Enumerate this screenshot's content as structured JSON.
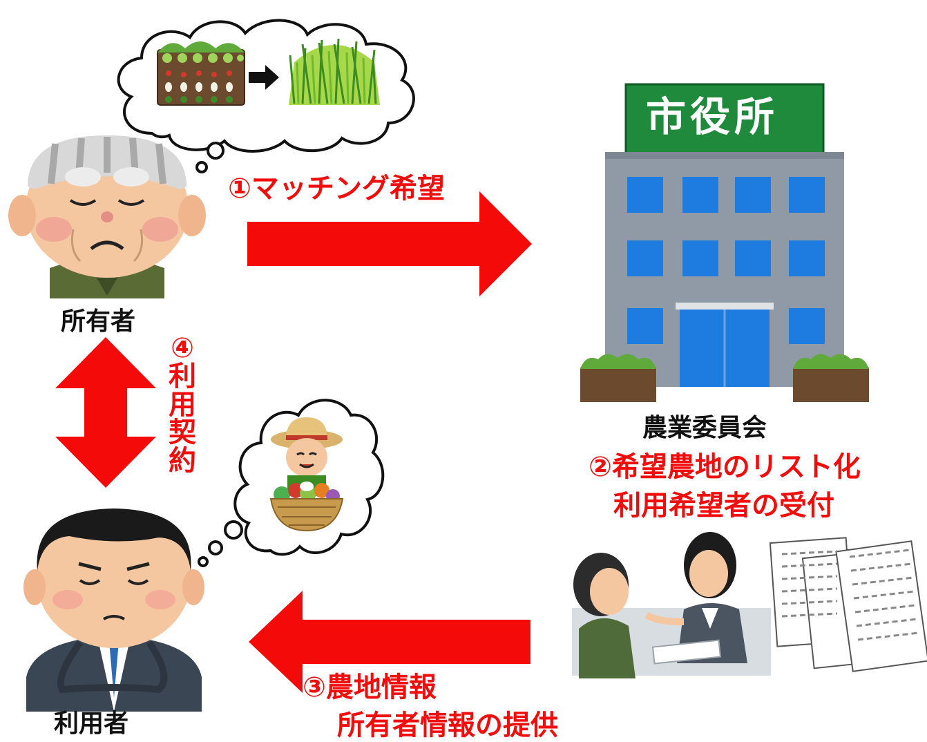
{
  "colors": {
    "arrow": "#f50a0a",
    "label_red": "#f20d0d",
    "label_black": "#111111",
    "building_sign": "#1f8a3c",
    "building_body": "#8f9aa6",
    "building_window": "#1e7be0"
  },
  "actors": {
    "owner": {
      "label": "所有者"
    },
    "user": {
      "label": "利用者"
    },
    "office": {
      "sign": "市役所",
      "label": "農業委員会"
    }
  },
  "steps": {
    "step1": "①マッチング希望",
    "step2_line1": "②希望農地のリスト化",
    "step2_line2": "利用希望者の受付",
    "step3_line1": "③農地情報",
    "step3_line2": "所有者情報の提供",
    "step4_num": "④",
    "step4_chars": [
      "利",
      "用",
      "契",
      "約"
    ]
  },
  "icons": {
    "owner_thought": [
      "farmland-icon",
      "arrow-right-icon",
      "grass-icon"
    ],
    "user_thought": [
      "farmer-with-vegetables-icon"
    ],
    "office_scene": [
      "consultation-icon",
      "document-list-icon"
    ]
  }
}
